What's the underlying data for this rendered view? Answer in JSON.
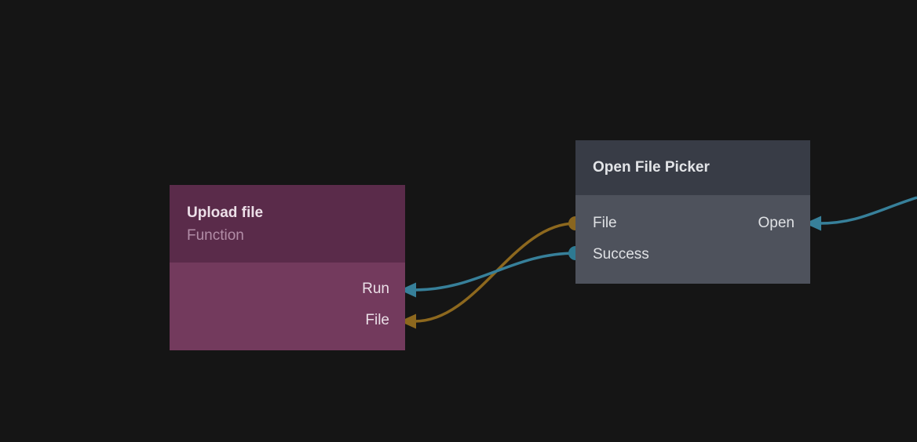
{
  "canvas": {
    "background_color": "#151515"
  },
  "colors": {
    "execution_wire": "#37809a",
    "data_wire": "#8d681e",
    "upload_node_header": "#5a2b4a",
    "upload_node_body": "#733a5d",
    "picker_node_header": "#383c46",
    "picker_node_body": "#4e525c"
  },
  "nodes": [
    {
      "title": "Upload file",
      "subtitle": "Function",
      "input_ports": [
        {
          "label": "Run",
          "type": "execution",
          "color": "#37809a"
        },
        {
          "label": "File",
          "type": "data",
          "color": "#8d681e"
        }
      ],
      "output_ports": []
    },
    {
      "title": "Open File Picker",
      "output_ports": [
        {
          "label": "File",
          "type": "data",
          "color": "#8d681e"
        },
        {
          "label": "Success",
          "type": "execution",
          "color": "#37809a"
        }
      ],
      "input_ports": [
        {
          "label": "Open",
          "type": "execution",
          "color": "#37809a"
        }
      ]
    }
  ],
  "wires": [
    {
      "from": "Open File Picker.File",
      "to": "Upload file.File",
      "color": "#8d681e"
    },
    {
      "from": "Open File Picker.Success",
      "to": "Upload file.Run",
      "color": "#37809a"
    },
    {
      "from": "offscreen-right",
      "to": "Open File Picker.Open",
      "color": "#37809a"
    }
  ]
}
